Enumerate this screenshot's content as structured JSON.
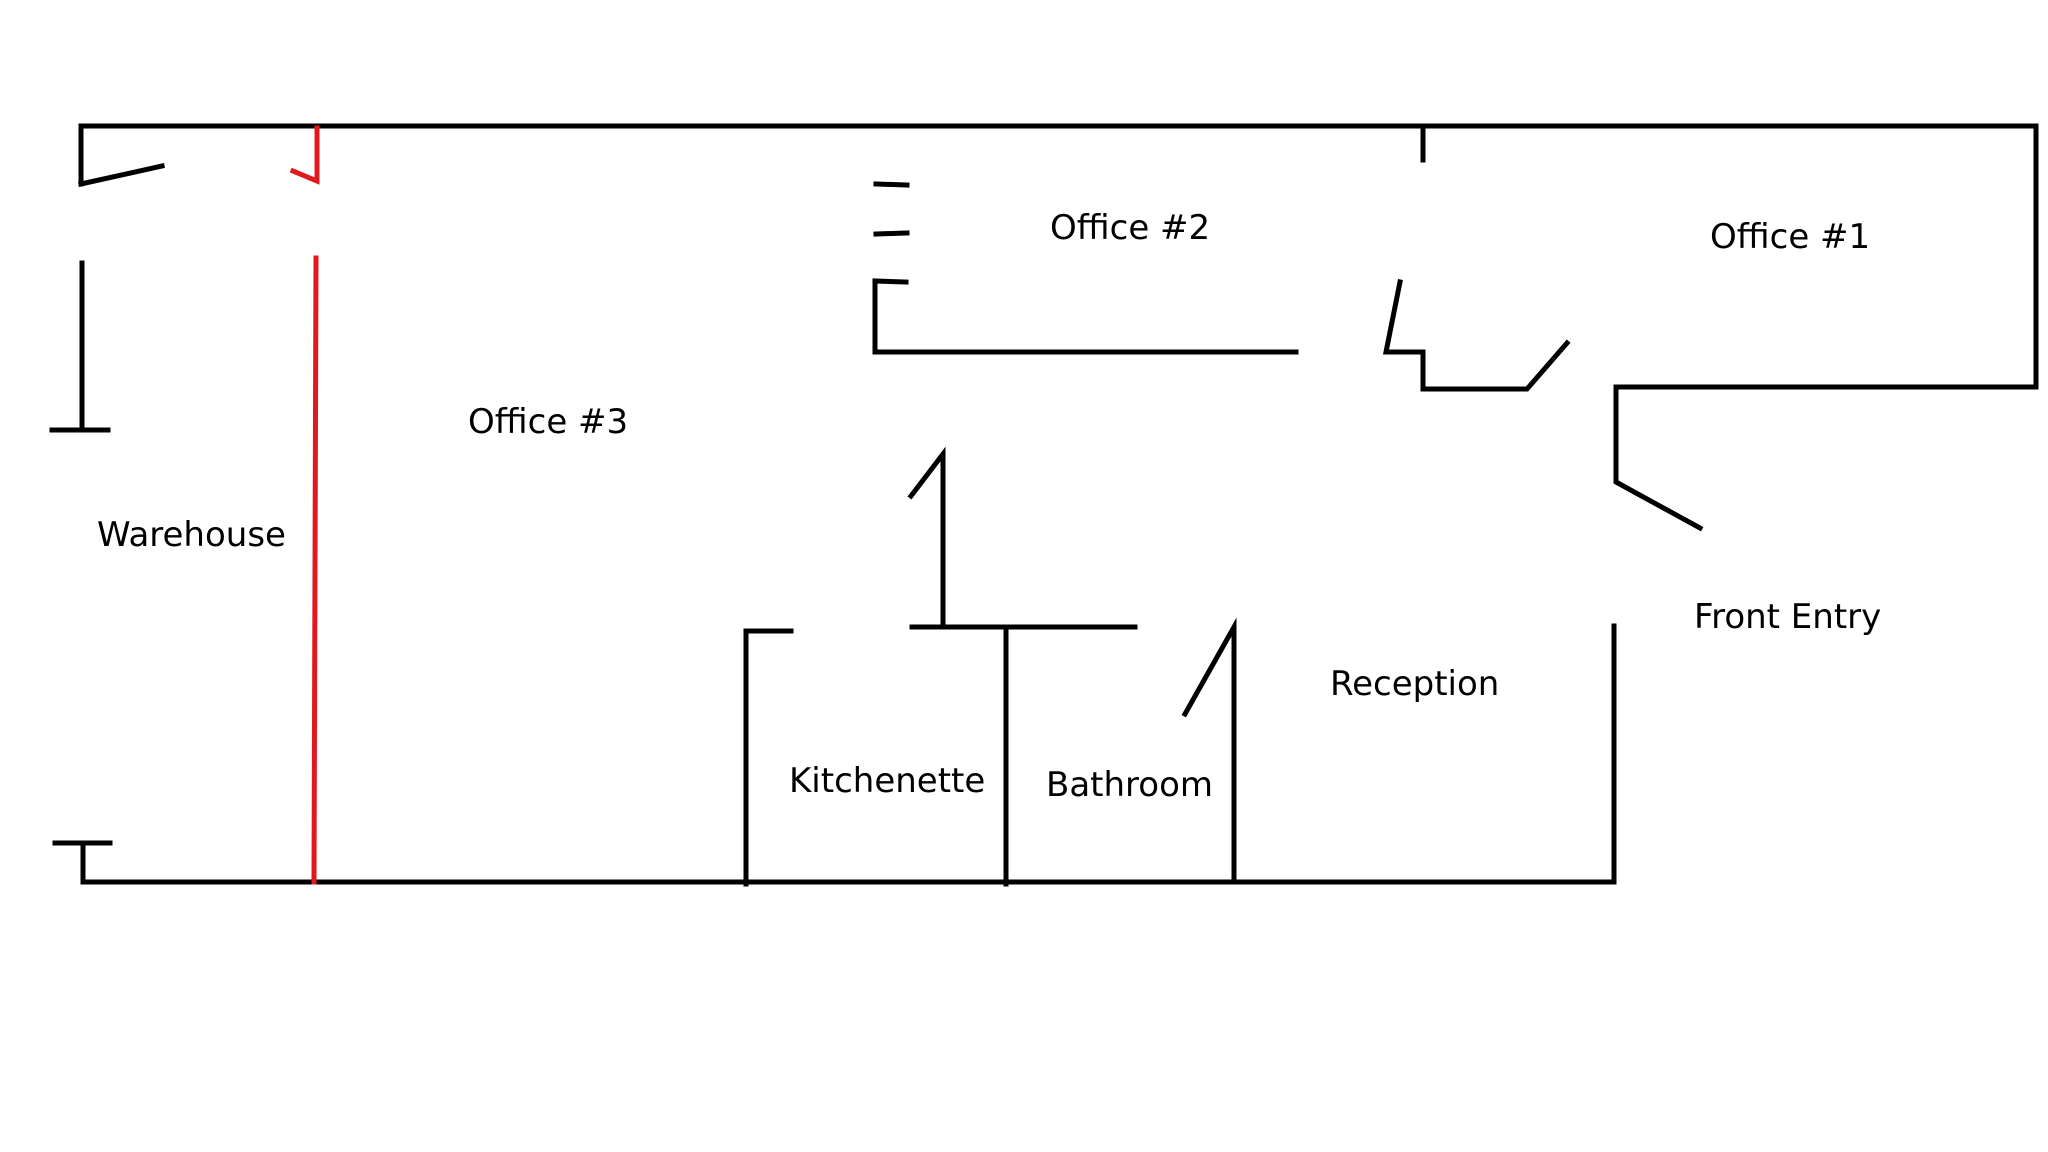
{
  "rooms": {
    "warehouse": "Warehouse",
    "office3": "Office #3",
    "office2": "Office #2",
    "office1": "Office #1",
    "front_entry": "Front Entry",
    "reception": "Reception",
    "kitchenette": "Kitchenette",
    "bathroom": "Bathroom"
  },
  "colors": {
    "walls": "#000000",
    "highlight_wall": "#e0191e",
    "background": "#ffffff"
  }
}
